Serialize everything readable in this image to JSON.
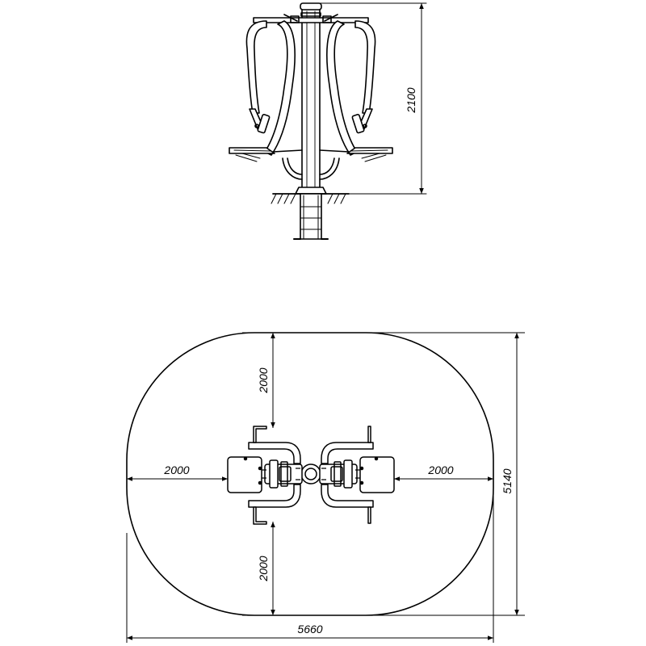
{
  "side_view": {
    "height_dimension": "2100"
  },
  "plan_view": {
    "top_clearance": "2000",
    "bottom_clearance": "2000",
    "left_clearance": "2000",
    "right_clearance": "2000",
    "overall_width": "5660",
    "overall_depth": "5140"
  },
  "colors": {
    "line": "#000000",
    "background": "#ffffff"
  }
}
